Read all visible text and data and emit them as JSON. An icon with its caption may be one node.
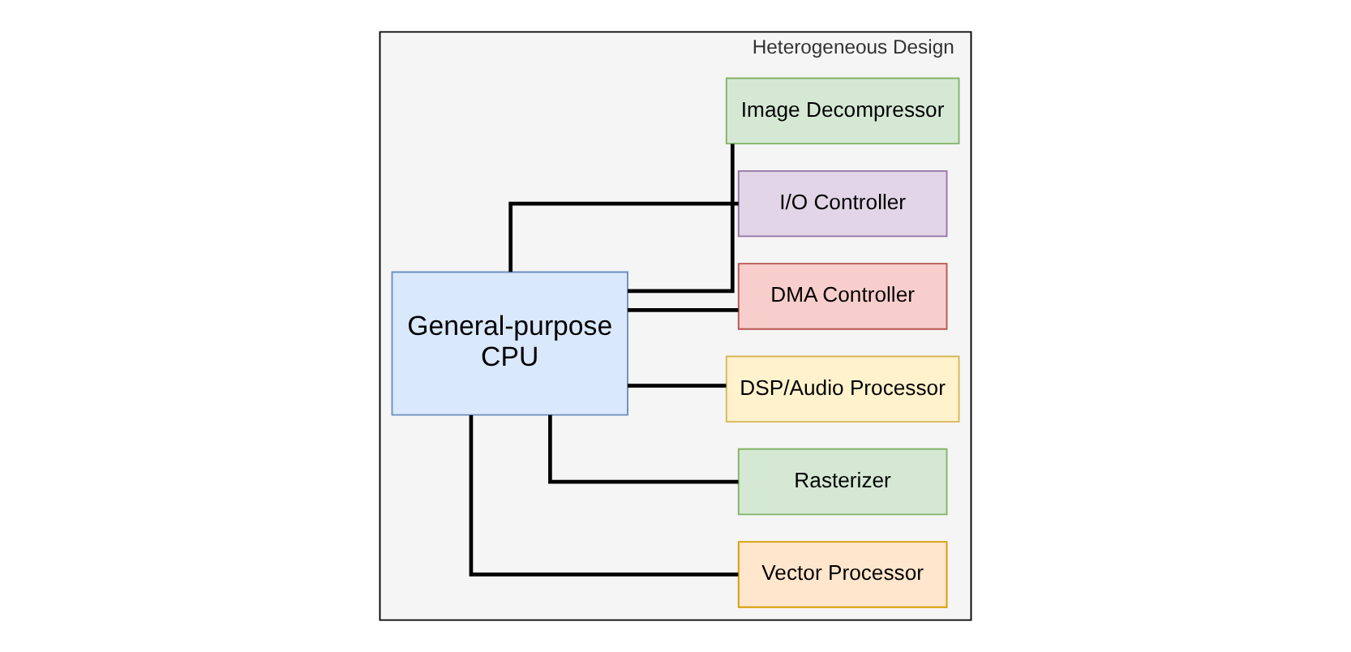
{
  "diagram": {
    "nodes": [
      {
        "text": [
          "Heterogeneous Design"
        ]
      },
      {
        "text": [
          "General-purpose CPU"
        ],
        "in": 0
      },
      {
        "text": [
          "Vector Processor"
        ],
        "in": 0
      },
      {
        "text": [
          "Rasterizer"
        ],
        "in": 0
      },
      {
        "text": [
          "DSP/Audio Processor"
        ],
        "in": 0
      },
      {
        "text": [
          "DMA Controller"
        ],
        "in": 0
      },
      {
        "text": [
          "I/O Controller"
        ],
        "in": 0
      },
      {
        "text": [
          "Image Decompressor"
        ],
        "in": 0
      }
    ],
    "edges": [
      {
        "from": 1,
        "to": 2,
        "arrow": "none"
      },
      {
        "from": 1,
        "to": 3,
        "arrow": "none"
      },
      {
        "from": 1,
        "to": 4,
        "arrow": "none"
      },
      {
        "from": 1,
        "to": 5,
        "arrow": "none"
      },
      {
        "from": 1,
        "to": 6,
        "arrow": "none"
      },
      {
        "from": 1,
        "to": 7,
        "arrow": "none"
      }
    ]
  }
}
